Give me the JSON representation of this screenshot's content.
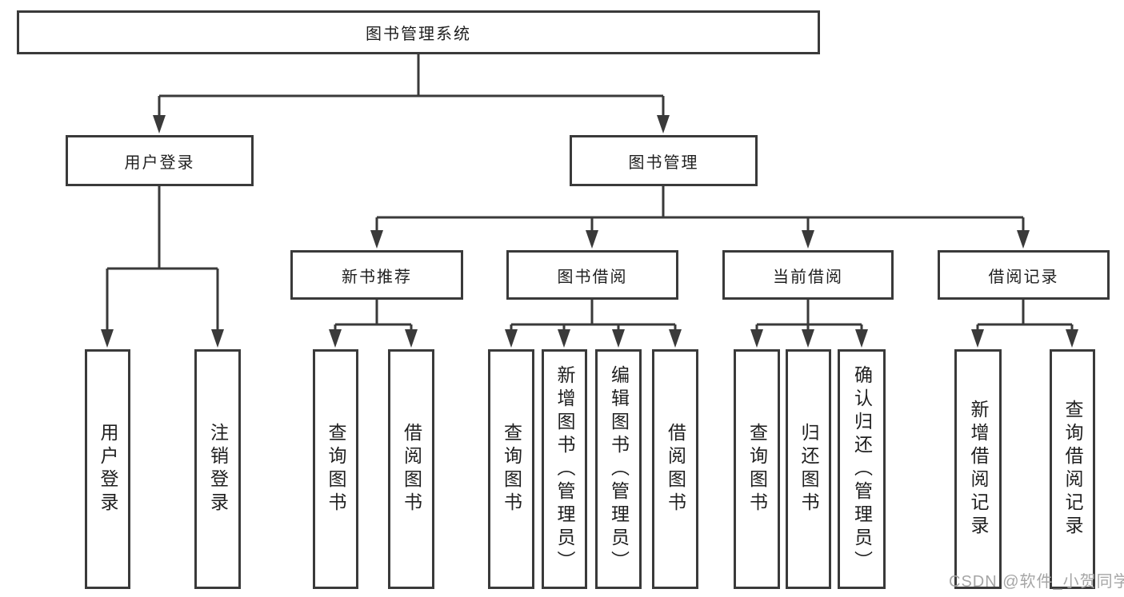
{
  "diagram": {
    "title": "图书管理系统",
    "branches": [
      {
        "label": "用户登录",
        "children": [
          "用户登录",
          "注销登录"
        ]
      },
      {
        "label": "图书管理",
        "groups": [
          {
            "label": "新书推荐",
            "children": [
              "查询图书",
              "借阅图书"
            ]
          },
          {
            "label": "图书借阅",
            "children": [
              "查询图书",
              "新增图书（管理员）",
              "编辑图书（管理员）",
              "借阅图书"
            ]
          },
          {
            "label": "当前借阅",
            "children": [
              "查询图书",
              "归还图书",
              "确认归还（管理员）"
            ]
          },
          {
            "label": "借阅记录",
            "children": [
              "新增借阅记录",
              "查询借阅记录"
            ]
          }
        ]
      }
    ]
  },
  "watermark": {
    "text": "CSDN @软件_小贺同学"
  },
  "colors": {
    "line": "#3a3a3a",
    "box_border": "#3a3a3a",
    "text": "#1f1f1f",
    "watermark": "#a6a6a6",
    "background": "#ffffff"
  }
}
